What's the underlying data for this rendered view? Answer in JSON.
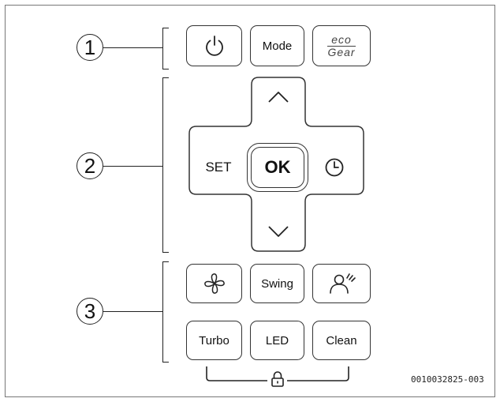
{
  "callouts": [
    "1",
    "2",
    "3"
  ],
  "group1": {
    "power_icon": "power-icon",
    "mode_label": "Mode",
    "eco_top": "eco",
    "eco_bottom": "Gear"
  },
  "group2": {
    "up_icon": "chevron-up-icon",
    "down_icon": "chevron-down-icon",
    "set_label": "SET",
    "ok_label": "OK",
    "timer_icon": "clock-icon"
  },
  "group3": {
    "fan_icon": "fan-icon",
    "swing_label": "Swing",
    "sensor_icon": "person-sensor-icon",
    "turbo_label": "Turbo",
    "led_label": "LED",
    "clean_label": "Clean",
    "lock_icon": "lock-icon"
  },
  "figure_code": "0010032825-003",
  "colors": {
    "stroke": "#222222",
    "background": "#ffffff"
  }
}
